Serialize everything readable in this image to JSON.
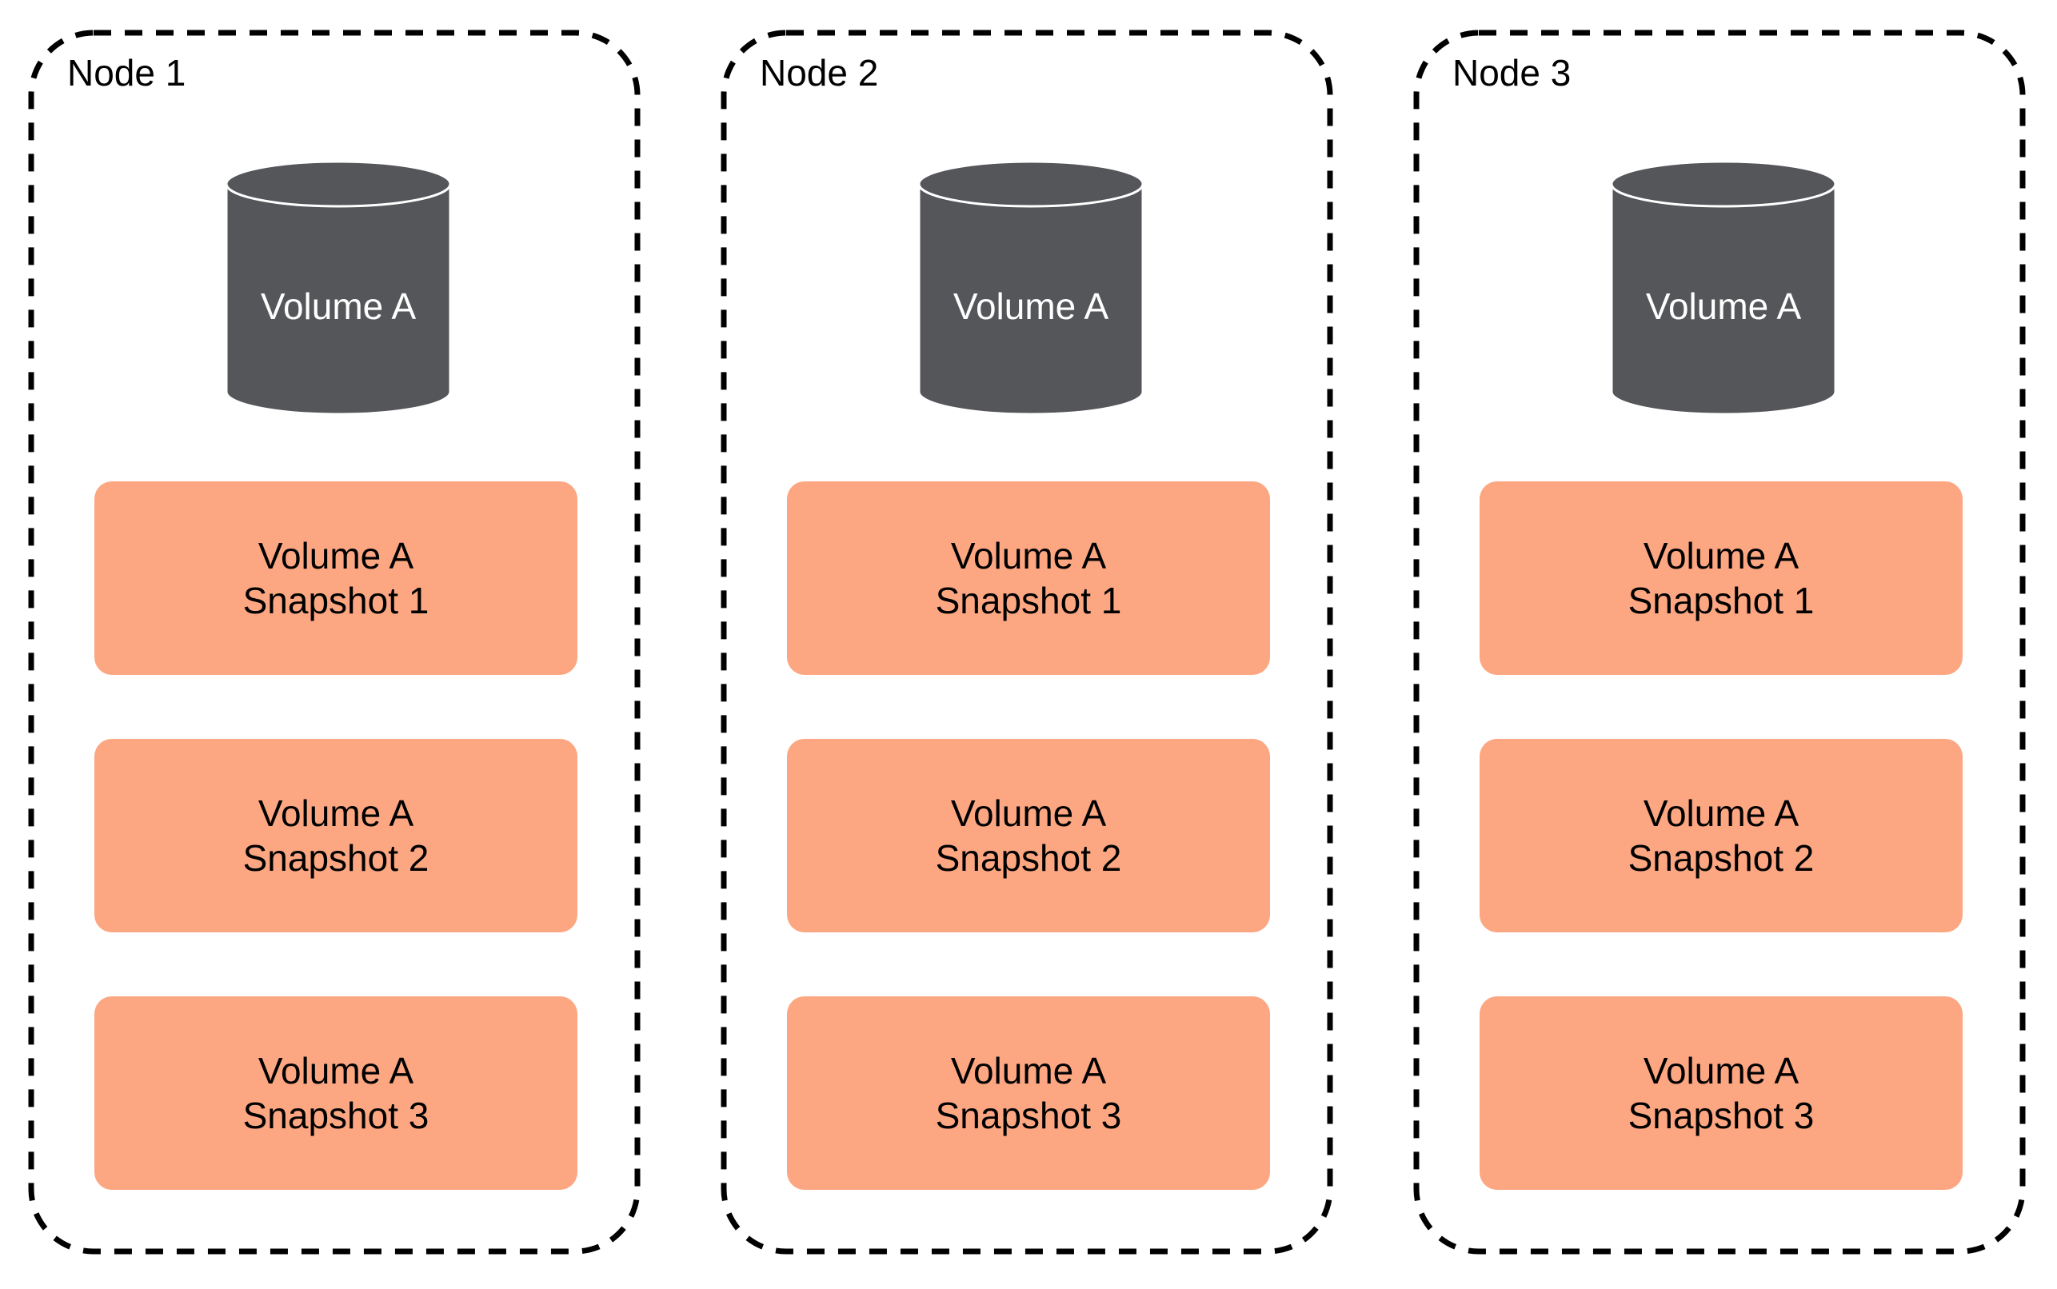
{
  "colors": {
    "node_border": "#000000",
    "volume_fill": "#55565A",
    "volume_stroke": "#ffffff",
    "volume_text": "#ffffff",
    "snapshot_fill": "#FCA782",
    "snapshot_text": "#000000"
  },
  "nodes": [
    {
      "title": "Node 1",
      "volume": "Volume A",
      "snapshots": [
        {
          "line1": "Volume A",
          "line2": "Snapshot 1"
        },
        {
          "line1": "Volume A",
          "line2": "Snapshot 2"
        },
        {
          "line1": "Volume A",
          "line2": "Snapshot 3"
        }
      ]
    },
    {
      "title": "Node 2",
      "volume": "Volume A",
      "snapshots": [
        {
          "line1": "Volume A",
          "line2": "Snapshot 1"
        },
        {
          "line1": "Volume A",
          "line2": "Snapshot 2"
        },
        {
          "line1": "Volume A",
          "line2": "Snapshot 3"
        }
      ]
    },
    {
      "title": "Node 3",
      "volume": "Volume A",
      "snapshots": [
        {
          "line1": "Volume A",
          "line2": "Snapshot 1"
        },
        {
          "line1": "Volume A",
          "line2": "Snapshot 2"
        },
        {
          "line1": "Volume A",
          "line2": "Snapshot 3"
        }
      ]
    }
  ]
}
